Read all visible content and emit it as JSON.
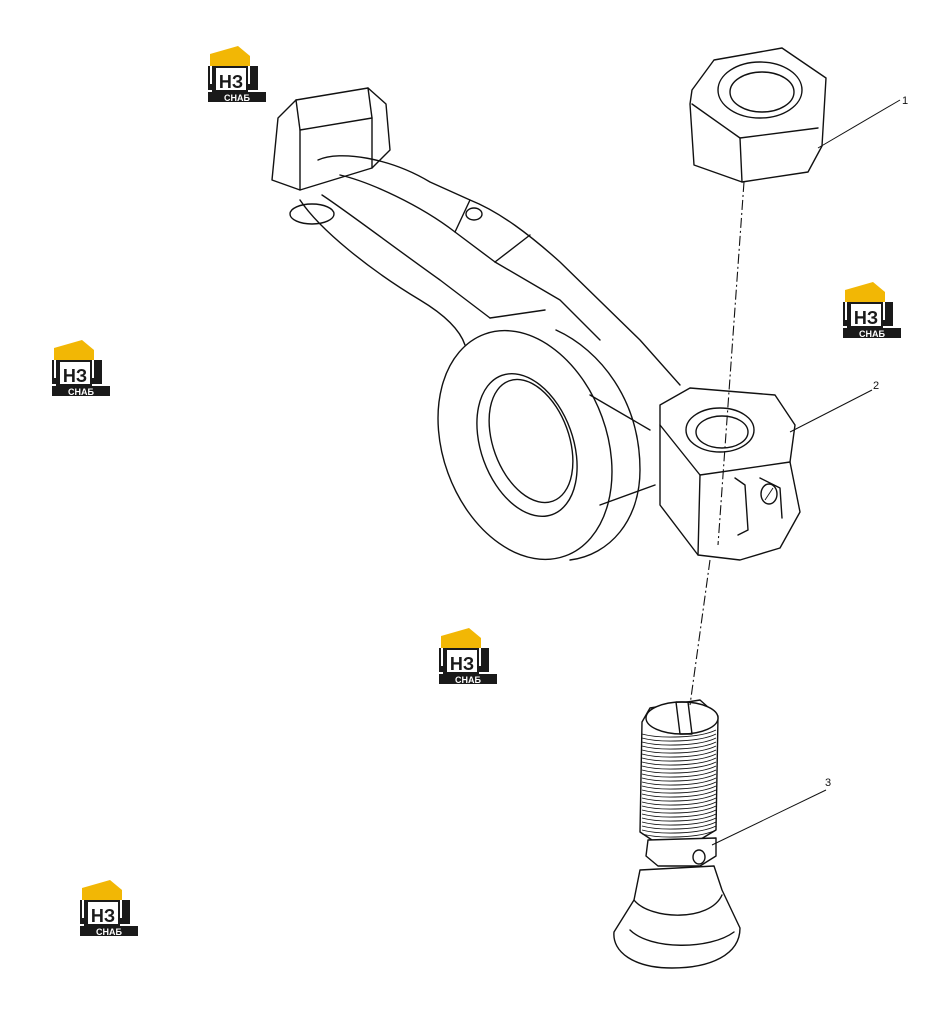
{
  "watermark": {
    "mark": "НЗ",
    "word": "СНАБ",
    "colors": {
      "roof": "#f2b705",
      "body": "#1a1a1a",
      "text": "#ffffff",
      "accent": "#f2b705"
    }
  },
  "callouts": [
    {
      "number": "1",
      "part": "nut"
    },
    {
      "number": "2",
      "part": "rocker-arm"
    },
    {
      "number": "3",
      "part": "adjusting-screw"
    }
  ]
}
